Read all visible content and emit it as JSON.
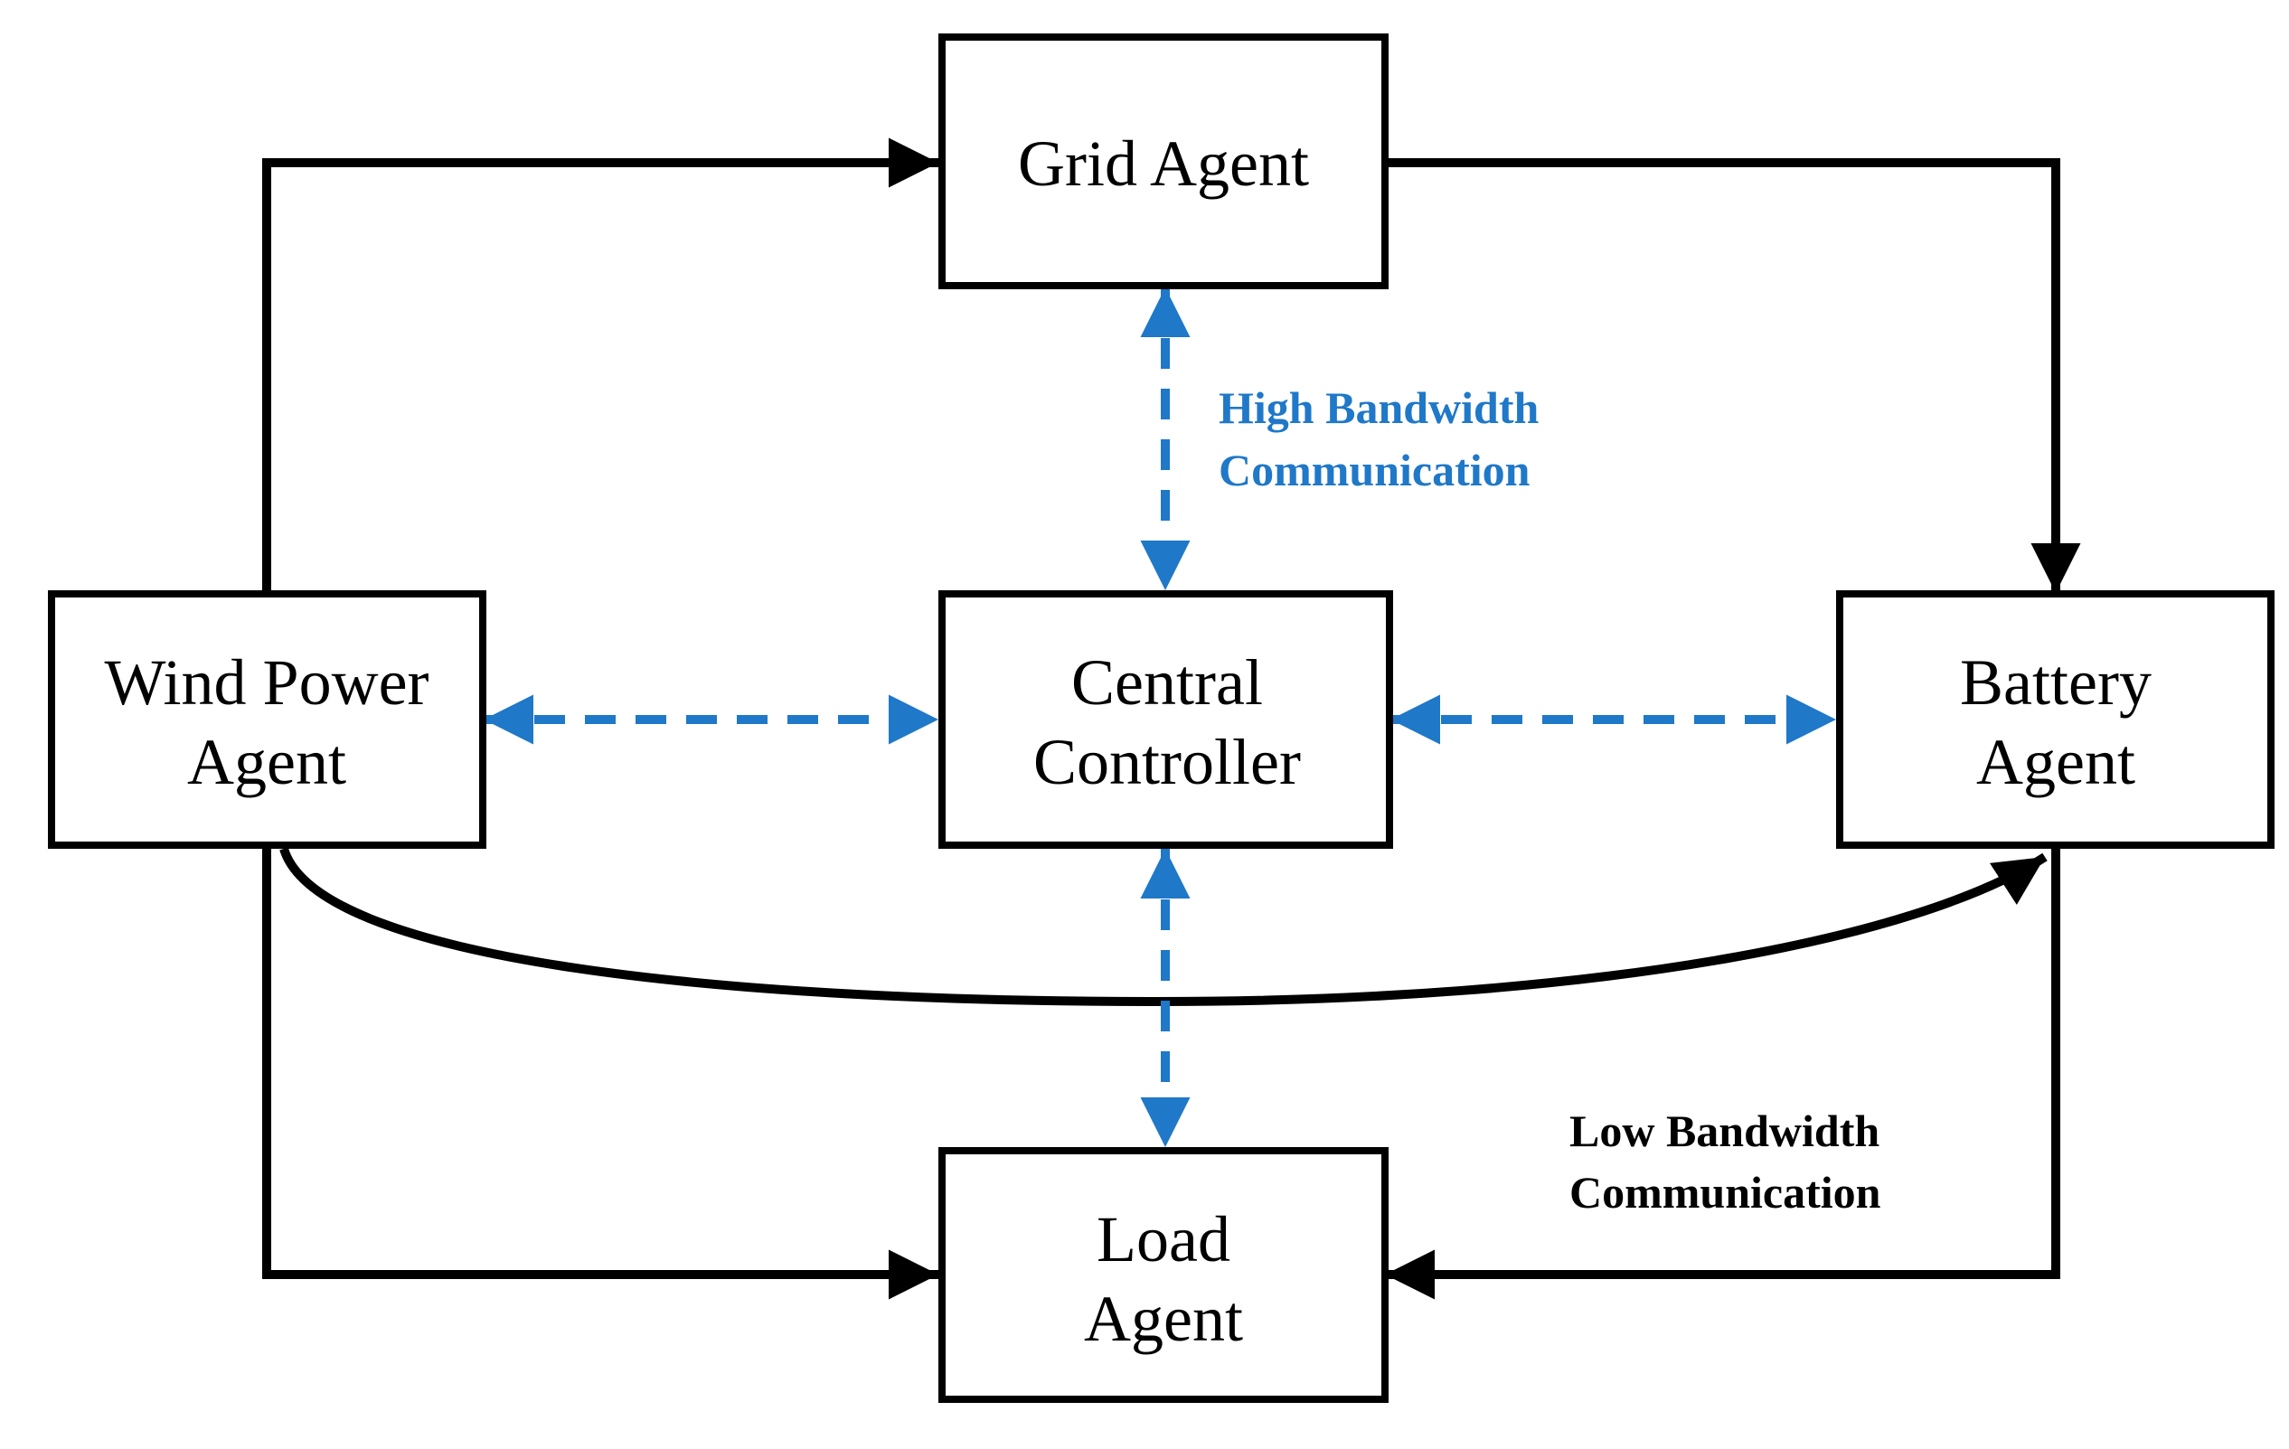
{
  "nodes": {
    "grid": {
      "lines": [
        "Grid Agent"
      ]
    },
    "wind": {
      "lines": [
        "Wind Power",
        "Agent"
      ]
    },
    "central": {
      "lines": [
        "Central",
        "Controller"
      ]
    },
    "battery": {
      "lines": [
        "Battery",
        "Agent"
      ]
    },
    "load": {
      "lines": [
        "Load",
        "Agent"
      ]
    }
  },
  "annotations": {
    "high": {
      "lines": [
        "High Bandwidth",
        "Communication"
      ]
    },
    "low": {
      "lines": [
        "Low Bandwidth",
        "Communication"
      ]
    }
  },
  "colors": {
    "high_bandwidth": "#1f78c8",
    "low_bandwidth": "#000000"
  }
}
